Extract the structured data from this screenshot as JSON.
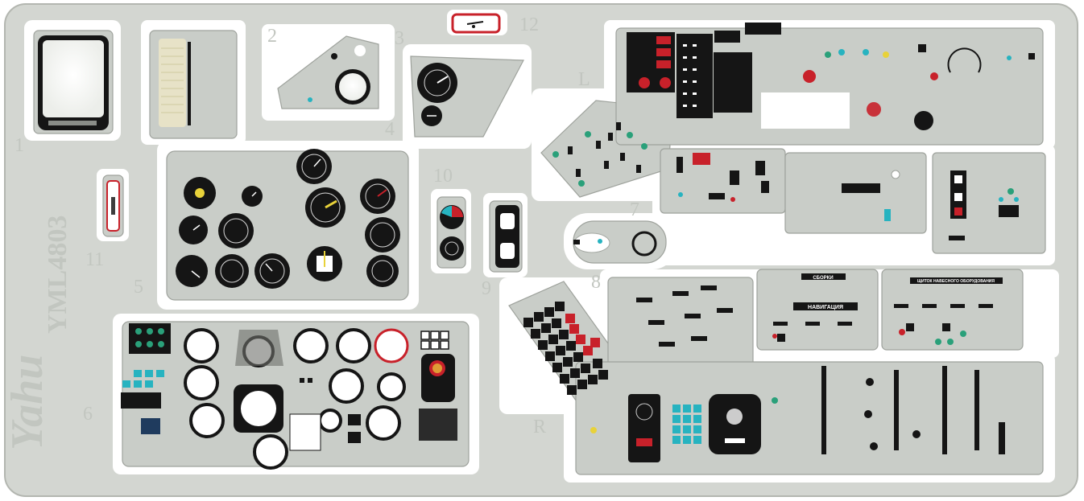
{
  "colors": {
    "fret": "#d3d6d1",
    "fret_edge": "#b3b6b0",
    "cut": "#ffffff",
    "engrave": "#b9bdb7",
    "panel": "#c9cdc8",
    "panel_edge": "#9ea29c",
    "dark": "#141414",
    "red": "#c8212a",
    "cyan": "#27b3c0",
    "green": "#2aa07a",
    "yellow": "#e8d23a",
    "blue": "#2b6fc0"
  },
  "fret": {
    "brand": "Yahu",
    "code": "YML4803",
    "part_numbers": [
      "1",
      "2",
      "3",
      "4",
      "5",
      "6",
      "7",
      "8",
      "9",
      "10",
      "11",
      "12"
    ],
    "side_letters": {
      "left": "L",
      "right": "R"
    }
  },
  "labels": {
    "collapse": "СБОРКИ",
    "navigation": "НАВИГАЦИЯ",
    "shield": "ЩИТОК НАВЕСНОГО ОБОРУДОВАНИЯ"
  },
  "icons": [
    "tab-marker-icon",
    "warning-cross-icon"
  ]
}
